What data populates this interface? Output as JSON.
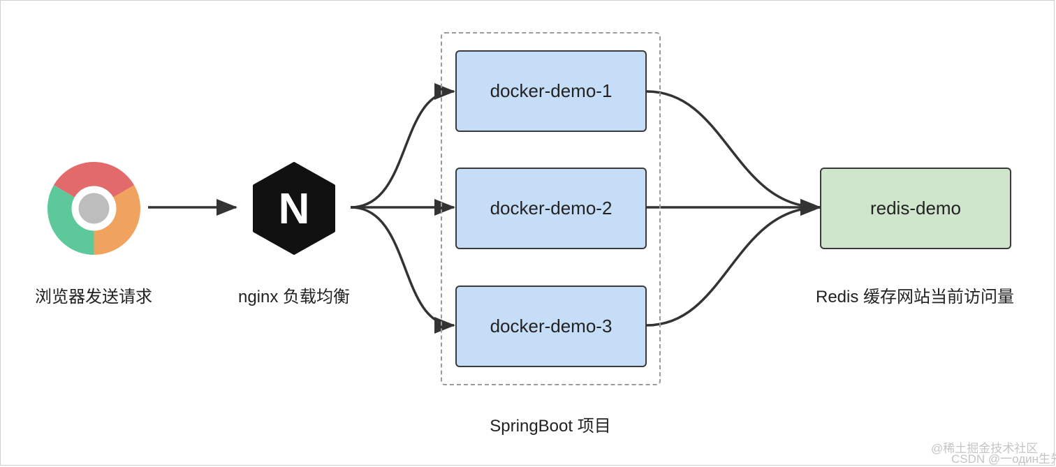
{
  "nodes": {
    "browser": {
      "label": "浏览器发送请求",
      "icon": "chrome-icon"
    },
    "nginx": {
      "label": "nginx 负载均衡",
      "icon": "nginx-icon",
      "letter": "N"
    },
    "app1": {
      "label": "docker-demo-1"
    },
    "app2": {
      "label": "docker-demo-2"
    },
    "app3": {
      "label": "docker-demo-3"
    },
    "redis": {
      "label": "redis-demo"
    },
    "redis_caption": "Redis 缓存网站当前访问量"
  },
  "group": {
    "label": "SpringBoot 项目"
  },
  "colors": {
    "app_fill": "#c6ddf7",
    "redis_fill": "#cfe6cd",
    "chrome_red": "#e36a6a",
    "chrome_green": "#5dc99a",
    "chrome_orange": "#f0a35e",
    "chrome_center": "#bdbdbd"
  },
  "watermark": {
    "line1": "@稀土掘金技术社区",
    "line2": "CSDN @一один生先"
  }
}
